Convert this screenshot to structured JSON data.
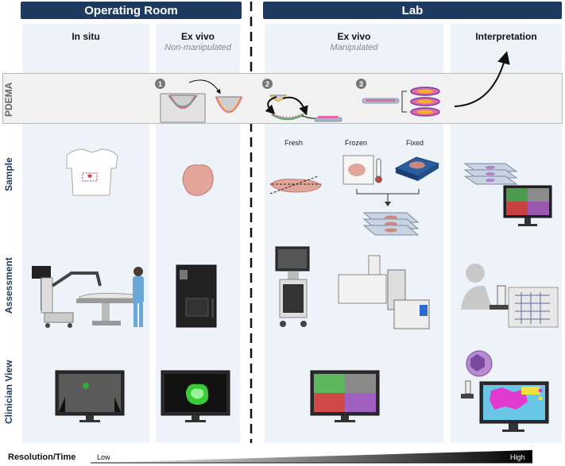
{
  "headers": {
    "operating_room": "Operating Room",
    "lab": "Lab"
  },
  "columns": {
    "in_situ": {
      "title": "In situ"
    },
    "ex_vivo_non": {
      "title": "Ex vivo",
      "subtitle": "Non-manipulated"
    },
    "ex_vivo_man": {
      "title": "Ex vivo",
      "subtitle": "Manipulated"
    },
    "interpretation": {
      "title": "Interpretation"
    }
  },
  "rows": {
    "pdema": "PDEMA",
    "sample": "Sample",
    "assessment": "Assessment",
    "clinician_view": "Clinician View"
  },
  "pdema_steps": [
    "1",
    "2",
    "3"
  ],
  "sample_states": {
    "fresh": "Fresh",
    "frozen": "Frozen",
    "fixed": "Fixed"
  },
  "resolution": {
    "label": "Resolution/Time",
    "low": "Low",
    "high": "High"
  },
  "colors": {
    "header": "#1f3a60",
    "column_bg": "#eef3fa",
    "row_label": "#1f3a60",
    "band_border": "#b9b9b9"
  }
}
